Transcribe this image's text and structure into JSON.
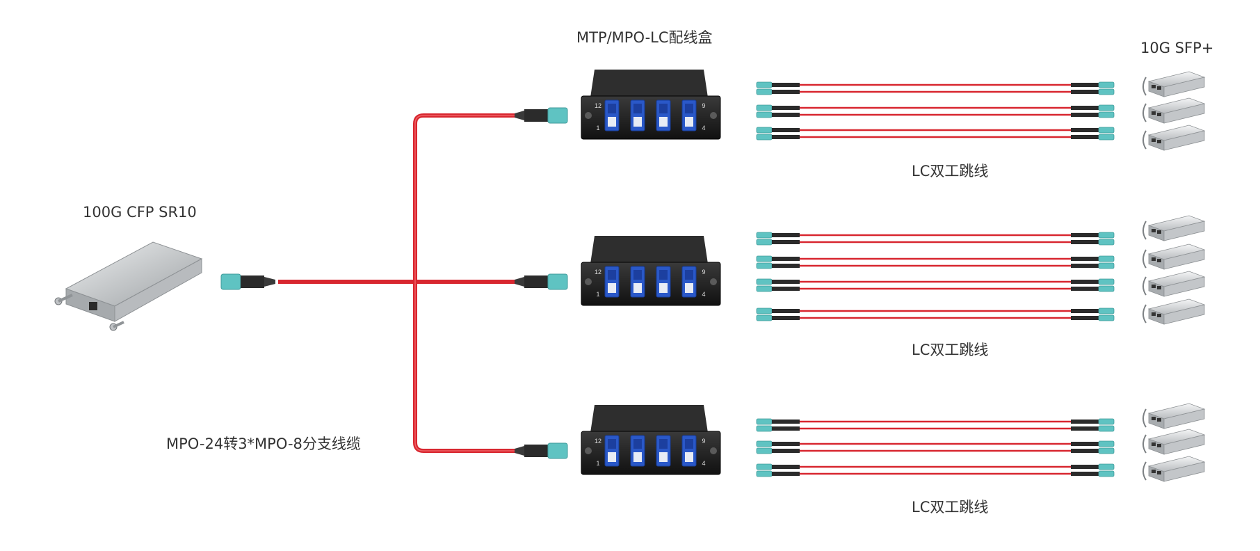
{
  "labels": {
    "cfp_module": "100G CFP SR10",
    "breakout_cable": "MPO-24转3*MPO-8分支线缆",
    "cassette": "MTP/MPO-LC配线盒",
    "sfp_module": "10G SFP+",
    "lc_patch_top": "LC双工跳线",
    "lc_patch_mid": "LC双工跳线",
    "lc_patch_bot": "LC双工跳线"
  },
  "cassettes": [
    {
      "name": "cassette-top",
      "port_left_top": "12",
      "port_left_bottom": "1",
      "port_right_top": "9",
      "port_right_bottom": "4",
      "duplex_pairs": 3
    },
    {
      "name": "cassette-middle",
      "port_left_top": "12",
      "port_left_bottom": "1",
      "port_right_top": "9",
      "port_right_bottom": "4",
      "duplex_pairs": 4
    },
    {
      "name": "cassette-bottom",
      "port_left_top": "12",
      "port_left_bottom": "1",
      "port_right_top": "9",
      "port_right_bottom": "4",
      "duplex_pairs": 3
    }
  ],
  "colors": {
    "fiber_red": "#d8262f",
    "aqua_connector": "#5fc3c2",
    "adapter_blue": "#2a58c8",
    "cassette_body": "#1e1e1e",
    "module_silver": "#c9ccce"
  }
}
